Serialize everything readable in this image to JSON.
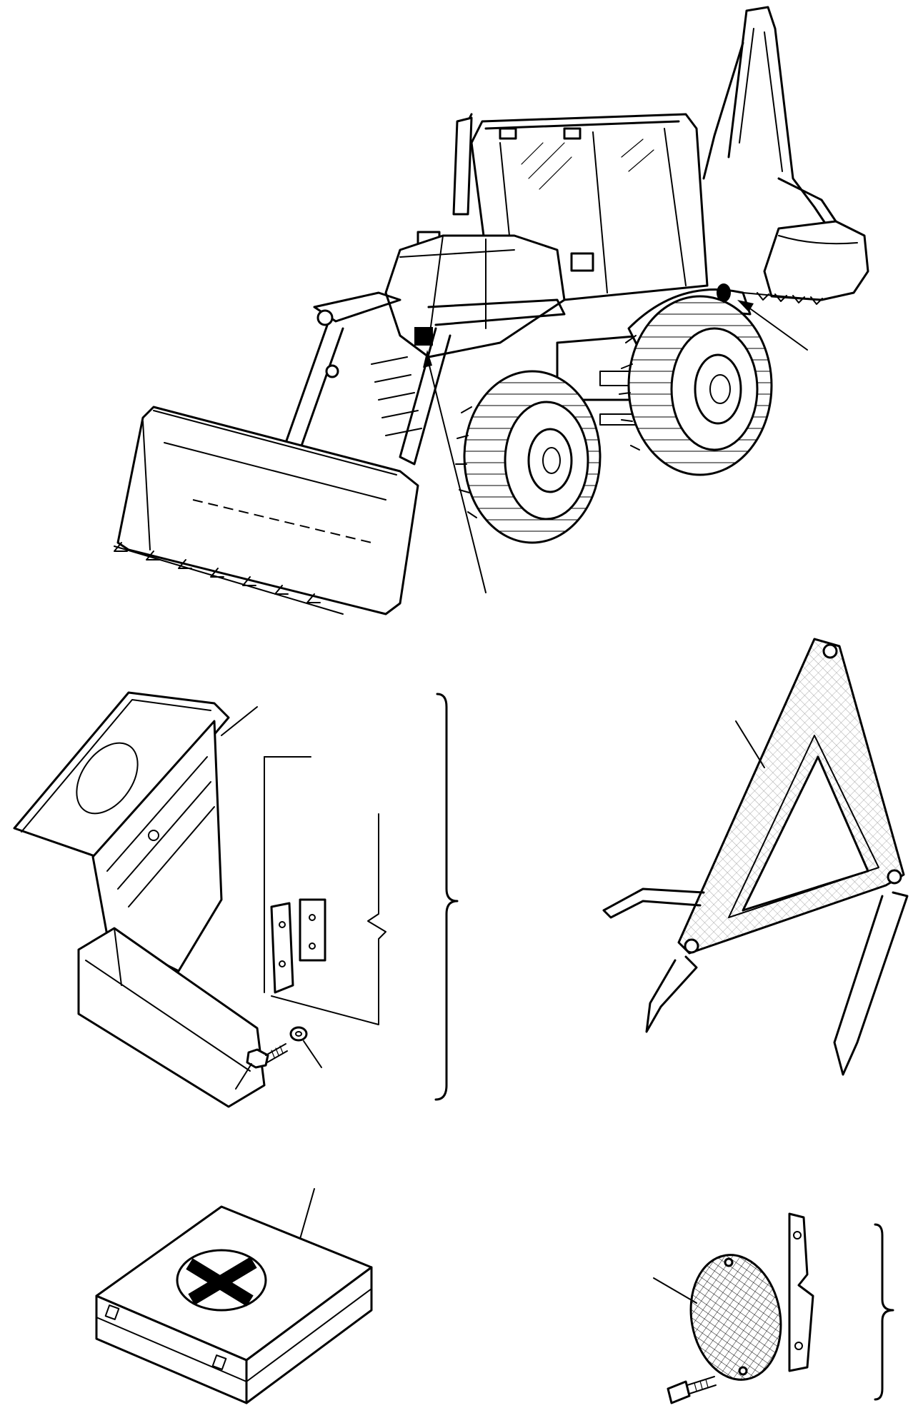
{
  "figure": {
    "type": "parts-diagram",
    "text_labels": [],
    "colors": {
      "line": "#000000",
      "background": "#ffffff"
    },
    "components": [
      {
        "id": "backhoe-loader",
        "icon": "backhoe-loader-illustration"
      },
      {
        "id": "mount-location-square",
        "icon": "square-marker"
      },
      {
        "id": "mount-location-circle",
        "icon": "circle-marker"
      },
      {
        "id": "triangle-holder-bracket",
        "icon": "bracket-illustration"
      },
      {
        "id": "bolt",
        "icon": "bolt-icon"
      },
      {
        "id": "washer",
        "icon": "washer-icon"
      },
      {
        "id": "warning-triangle",
        "icon": "warning-triangle-icon"
      },
      {
        "id": "first-aid-kit",
        "icon": "first-aid-cross-icon"
      },
      {
        "id": "rear-reflector",
        "icon": "reflector-icon"
      }
    ]
  }
}
